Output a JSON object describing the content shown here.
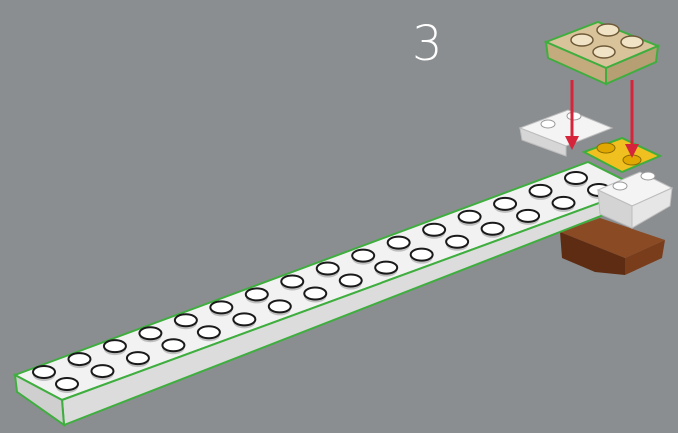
{
  "step": {
    "number": "3"
  },
  "colors": {
    "background": "#8a8e91",
    "plate_white": "#f2f2f2",
    "plate_edge": "#d9d9d9",
    "highlight_outline": "#3fae3f",
    "tan_plate": "#d9c39a",
    "tan_plate_edge": "#b79f74",
    "yellow": "#f0c020",
    "brown": "#6a3518",
    "arrow": "#d6243a"
  },
  "parts": [
    {
      "name": "long-white-plate",
      "color": "white",
      "studs": "2x16"
    },
    {
      "name": "tan-plate",
      "color": "tan",
      "studs": "2x2"
    },
    {
      "name": "white-slope-left",
      "color": "white"
    },
    {
      "name": "white-slope-right",
      "color": "white"
    },
    {
      "name": "yellow-plate",
      "color": "yellow"
    },
    {
      "name": "brown-brick",
      "color": "brown"
    }
  ],
  "arrows": [
    {
      "name": "place-arrow-left"
    },
    {
      "name": "place-arrow-right"
    }
  ]
}
